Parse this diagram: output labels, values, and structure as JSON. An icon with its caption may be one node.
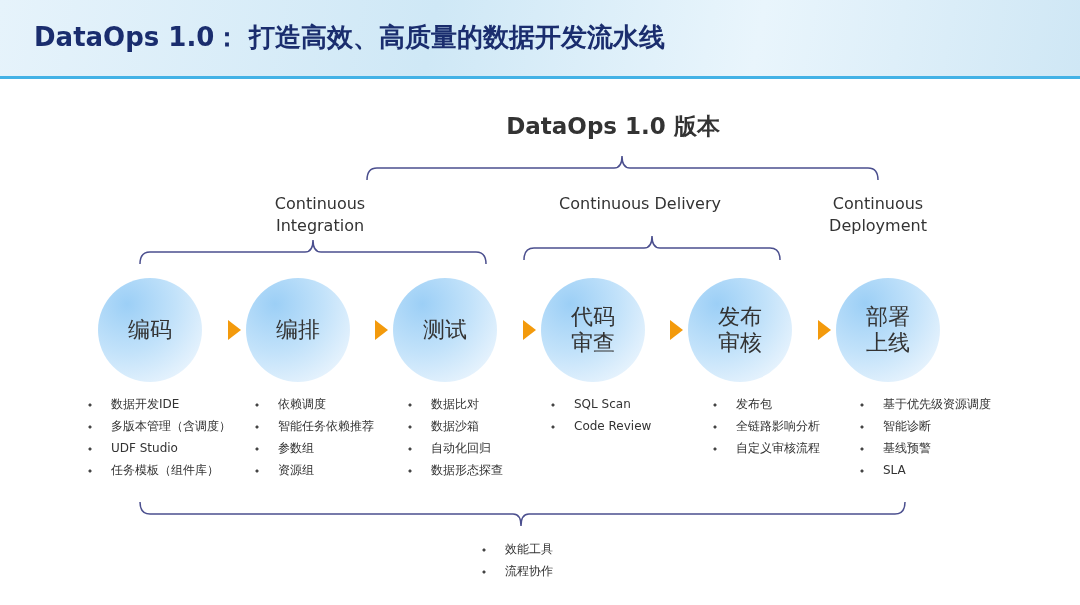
{
  "diagram": {
    "title": "DataOps 1.0： 打造高效、高质量的数据开发流水线",
    "nodes": [
      {
        "text": [
          "编码"
        ],
        "beside": [
          "数据开发IDE",
          "多版本管理（含调度）",
          "UDF Studio",
          "任务模板（组件库）"
        ]
      },
      {
        "text": [
          "编排"
        ],
        "beside": [
          "依赖调度",
          "智能任务依赖推荐",
          "参数组",
          "资源组"
        ]
      },
      {
        "text": [
          "测试"
        ],
        "beside": [
          "数据比对",
          "数据沙箱",
          "自动化回归",
          "数据形态探查"
        ]
      },
      {
        "text": [
          "代码审查"
        ],
        "beside": [
          "SQL Scan",
          "Code Review"
        ]
      },
      {
        "text": [
          "发布审核"
        ],
        "beside": [
          "发布包",
          "全链路影响分析",
          "自定义审核流程"
        ]
      },
      {
        "text": [
          "部署上线"
        ],
        "beside": [
          "基于优先级资源调度",
          "智能诊断",
          "基线预警",
          "SLA"
        ]
      }
    ],
    "edges": [
      {
        "from": 0,
        "to": 1,
        "arrow": "to"
      },
      {
        "from": 1,
        "to": 2,
        "arrow": "to"
      },
      {
        "from": 2,
        "to": 3,
        "arrow": "to"
      },
      {
        "from": 3,
        "to": 4,
        "arrow": "to"
      },
      {
        "from": 4,
        "to": 5,
        "arrow": "to"
      }
    ],
    "labels": [
      "DataOps 1.0 版本",
      "Continuous Integration",
      "Continuous Delivery",
      "Continuous Deployment",
      "效能工具",
      "流程协作"
    ]
  }
}
